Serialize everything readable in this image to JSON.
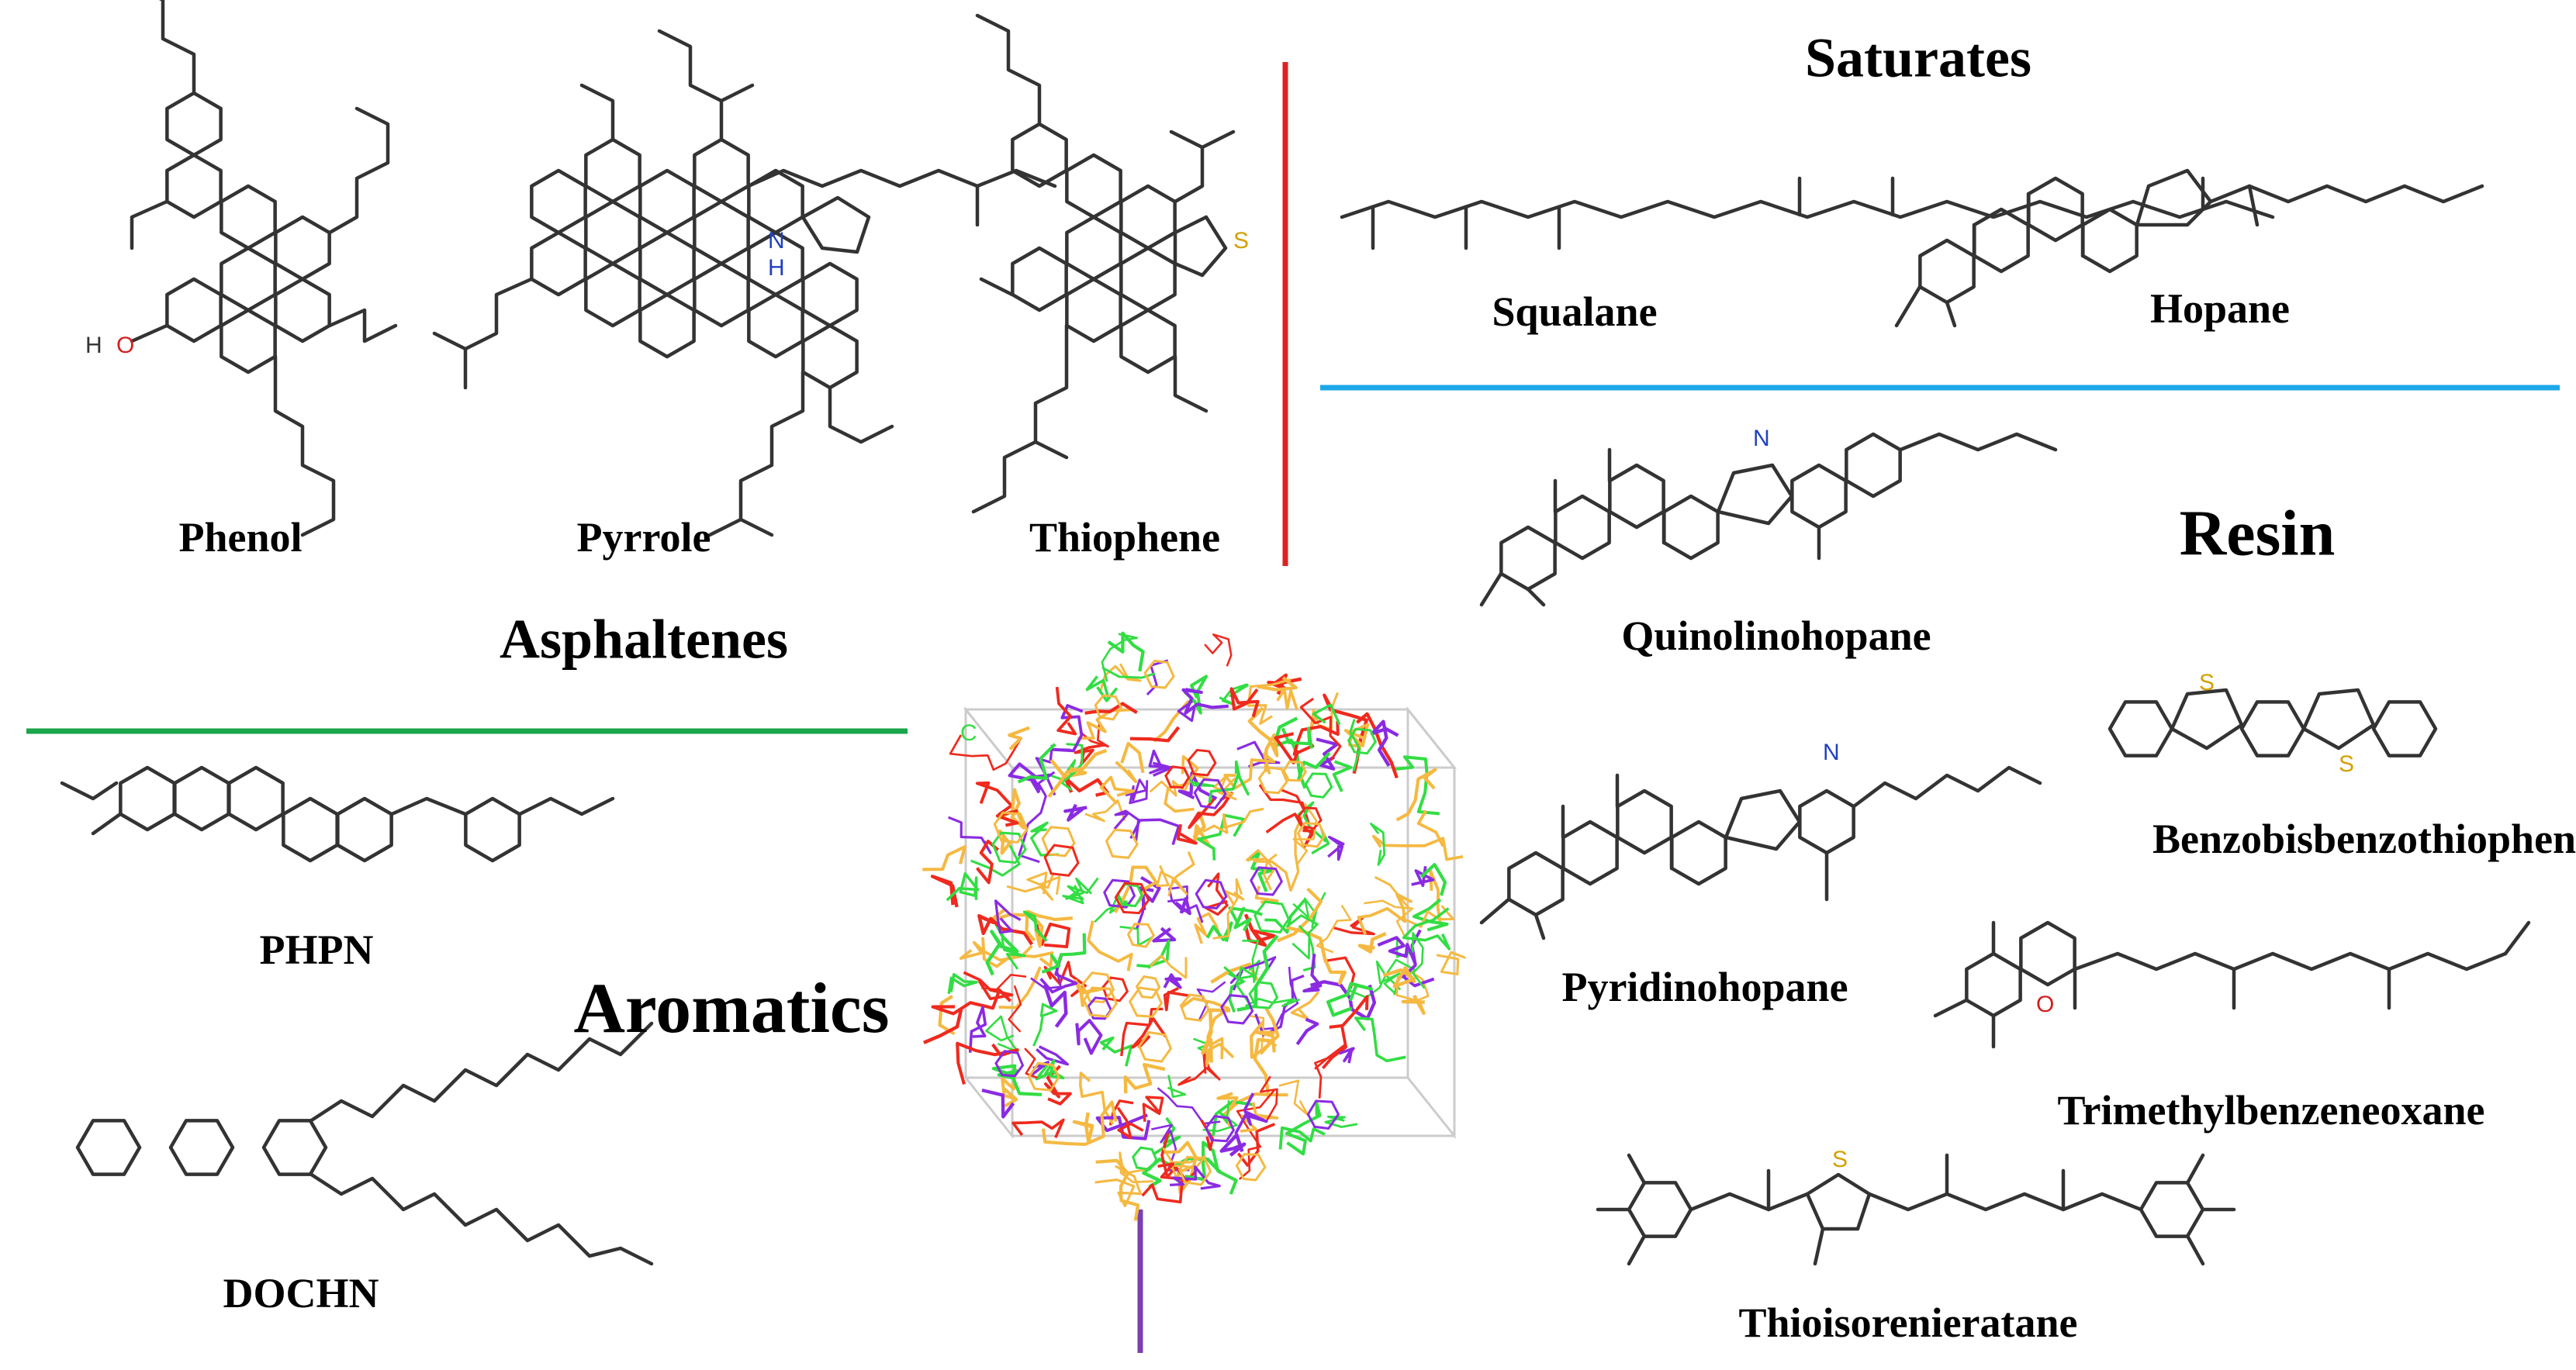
{
  "figure": {
    "groups": {
      "asphaltenes": "Asphaltenes",
      "saturates": "Saturates",
      "resin": "Resin",
      "aromatics": "Aromatics"
    },
    "molecules": {
      "phenol": "Phenol",
      "pyrrole": "Pyrrole",
      "thiophene": "Thiophene",
      "squalane": "Squalane",
      "hopane": "Hopane",
      "quinolinohopane": "Quinolinohopane",
      "pyridinohopane": "Pyridinohopane",
      "benzobisbenzothiophene": "Benzobisbenzothiophene",
      "trimethylbenzeneoxane": "Trimethylbenzeneoxane",
      "thioisorenieratane": "Thioisorenieratane",
      "phpn": "PHPN",
      "dochn": "DOCHN"
    },
    "atoms": {
      "oxygen": "O",
      "hydrogen": "H",
      "nitrogen": "N",
      "sulfur": "S",
      "carbon": "C"
    },
    "colors": {
      "divider_red": "#e02020",
      "divider_blue": "#1ea7e8",
      "divider_green": "#1aa64a",
      "divider_purple": "#7a3fb0",
      "molecule_yellow": "#f5b942",
      "molecule_green": "#33dd44",
      "molecule_red": "#ef2a1e",
      "molecule_purple": "#8a2be2",
      "atom_oxygen": "#d22020",
      "atom_nitrogen": "#2040c0",
      "atom_sulfur": "#d4a000"
    }
  }
}
